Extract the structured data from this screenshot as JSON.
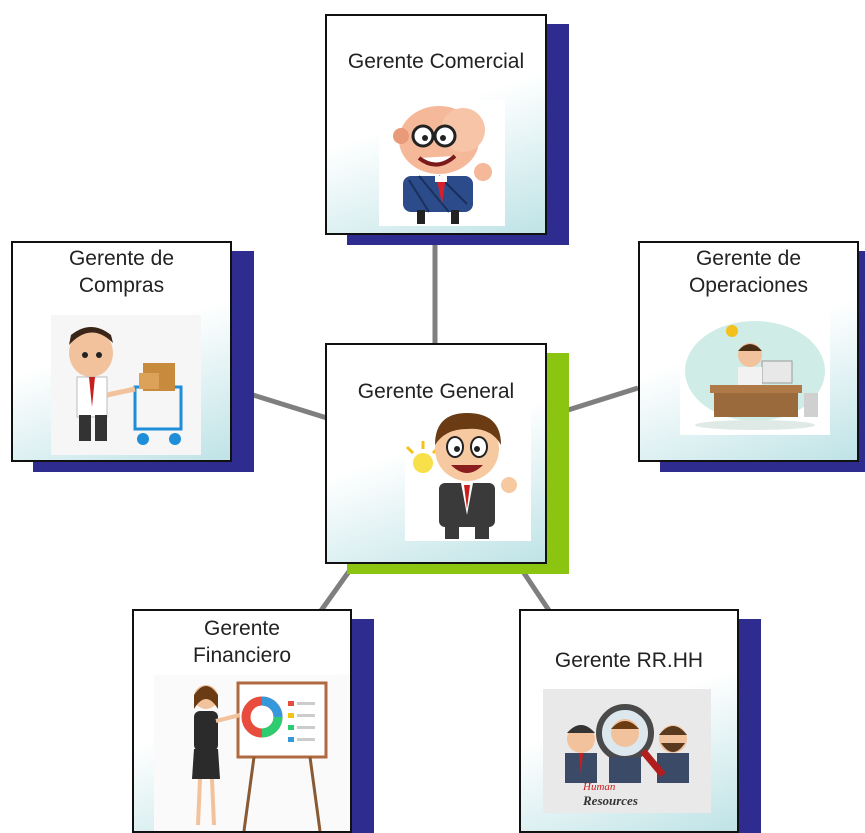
{
  "colors": {
    "shadow_default": "#2e2c8f",
    "shadow_center": "#8cc412",
    "connector": "#7f7f7f",
    "card_border": "#111111"
  },
  "nodes": {
    "comercial": {
      "label": "Gerente Comercial",
      "icon": "salesman-thumbs-up-icon"
    },
    "compras": {
      "label": "Gerente de\nCompras",
      "icon": "shopping-cart-man-icon"
    },
    "operaciones": {
      "label": "Gerente de\nOperaciones",
      "icon": "desk-worker-icon"
    },
    "general": {
      "label": "Gerente General",
      "icon": "idea-bulb-manager-icon"
    },
    "financiero": {
      "label": "Gerente\nFinanciero",
      "icon": "presentation-woman-icon"
    },
    "rrhh": {
      "label": "Gerente RR.HH",
      "icon": "human-resources-magnifier-icon",
      "caption1": "Human",
      "caption2": "Resources"
    }
  }
}
